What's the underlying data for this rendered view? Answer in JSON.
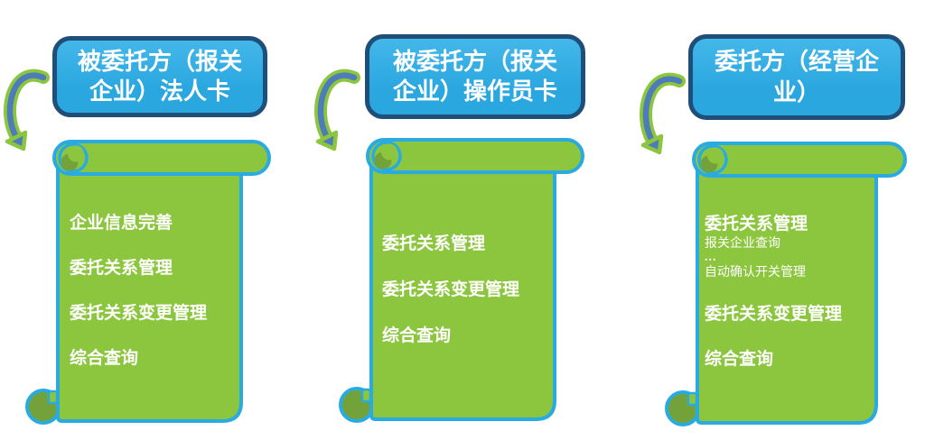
{
  "colors": {
    "background": "#FFFFFF",
    "header_fill": "#2BA7E0",
    "header_border": "#1F4E79",
    "scroll_fill": "#8CC63F",
    "scroll_border": "#29ABE2",
    "scroll_curl": "#73A23A",
    "arrow_green": "#8CC63F",
    "arrow_blue": "#4E7CB8",
    "text": "#FFFFFF"
  },
  "columns": [
    {
      "header": "被委托方（报关企业）法人卡",
      "items": [
        "企业信息完善",
        "委托关系管理",
        "委托关系变更管理",
        "综合查询"
      ]
    },
    {
      "header": "被委托方（报关企业）操作员卡",
      "items": [
        "委托关系管理",
        "委托关系变更管理",
        "综合查询"
      ]
    },
    {
      "header": "委托方（经营企业）",
      "group": {
        "title": "委托关系管理",
        "sub_items": [
          "报关企业查询",
          "...",
          "自动确认开关管理"
        ]
      },
      "items": [
        "委托关系变更管理",
        "综合查询"
      ]
    }
  ]
}
